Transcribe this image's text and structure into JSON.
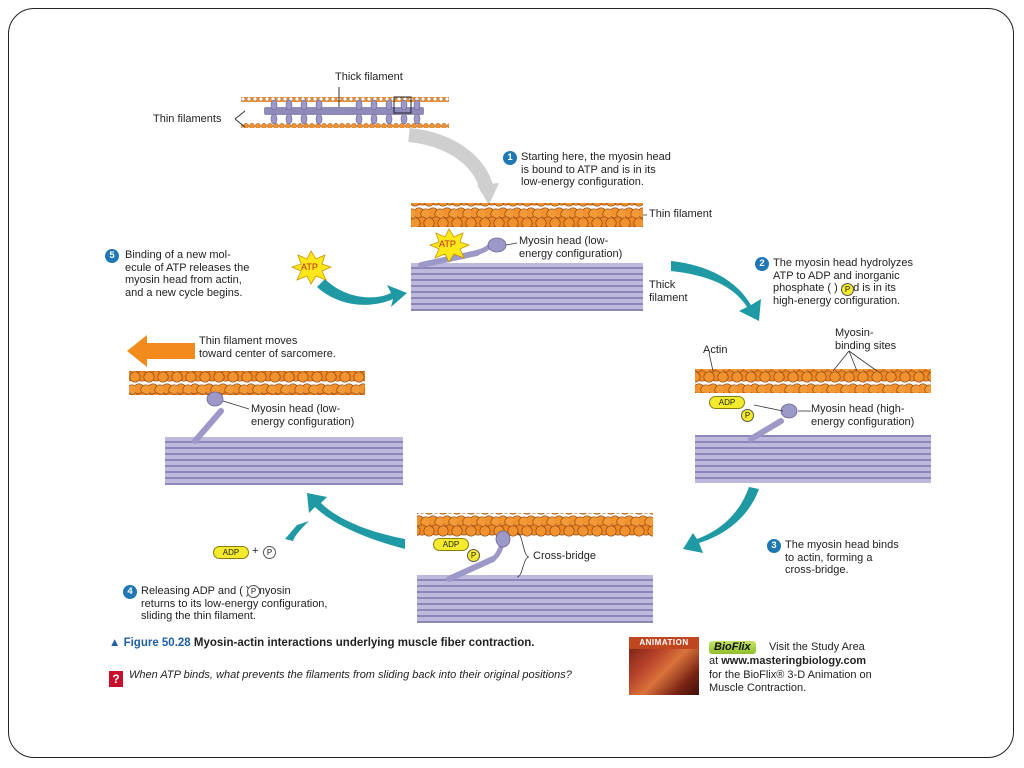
{
  "labels": {
    "thick_filament_top": "Thick filament",
    "thin_filaments": "Thin filaments",
    "thin_filament": "Thin filament",
    "thick_filament": "Thick\nfilament",
    "myosin_head_low_top": "Myosin head (low-\nenergy configuration)",
    "myosin_head_low_left": "Myosin head (low-\nenergy configuration)",
    "myosin_head_high": "Myosin head (high-\nenergy configuration)",
    "actin": "Actin",
    "myosin_binding_sites": "Myosin-\nbinding sites",
    "cross_bridge": "Cross-bridge",
    "thin_filament_moves": "Thin filament moves\ntoward center of sarcomere.",
    "atp": "ATP",
    "adp": "ADP",
    "pi_symbol": "P",
    "plus": "+"
  },
  "steps": [
    {
      "number": "1",
      "text": "Starting here, the myosin head\nis bound to ATP and is in its\nlow-energy configuration."
    },
    {
      "number": "2",
      "text": "The myosin head hydrolyzes\nATP to ADP and inorganic\nphosphate (   ) and is in its\nhigh-energy configuration."
    },
    {
      "number": "3",
      "text": "The myosin head binds\nto actin, forming a\ncross-bridge."
    },
    {
      "number": "4",
      "text": "Releasing ADP and (   ), myosin\nreturns to its low-energy configuration,\nsliding the thin filament."
    },
    {
      "number": "5",
      "text": "Binding of a new mol-\necule of ATP releases the\nmyosin head from actin,\nand a new cycle begins."
    }
  ],
  "caption": {
    "figure_label": "▲ Figure 50.28",
    "title": "Myosin-actin interactions underlying muscle fiber contraction.",
    "question_icon": "?",
    "question": "When ATP binds, what prevents the filaments from sliding back into their original positions?"
  },
  "bioflix": {
    "thumb_label": "ANIMATION",
    "badge": "BioFlix",
    "line1": "Visit the Study Area",
    "line2_prefix": "at ",
    "line2_url": "www.masteringbiology.com",
    "line3": "for the BioFlix® 3-D Animation on",
    "line4": "Muscle Contraction."
  },
  "colors": {
    "actin_bead": "#f0922e",
    "thick_filament": "#8f8bb8",
    "myosin": "#9c98c8",
    "cycle_arrow": "#1f9aa5",
    "sliding_arrow": "#f28a1c",
    "step_number": "#1f78b4",
    "phosphate": "#f3ea2e"
  },
  "icons": [
    "atp-starburst-icon",
    "question-icon",
    "bioflix-animation-thumbnail"
  ]
}
